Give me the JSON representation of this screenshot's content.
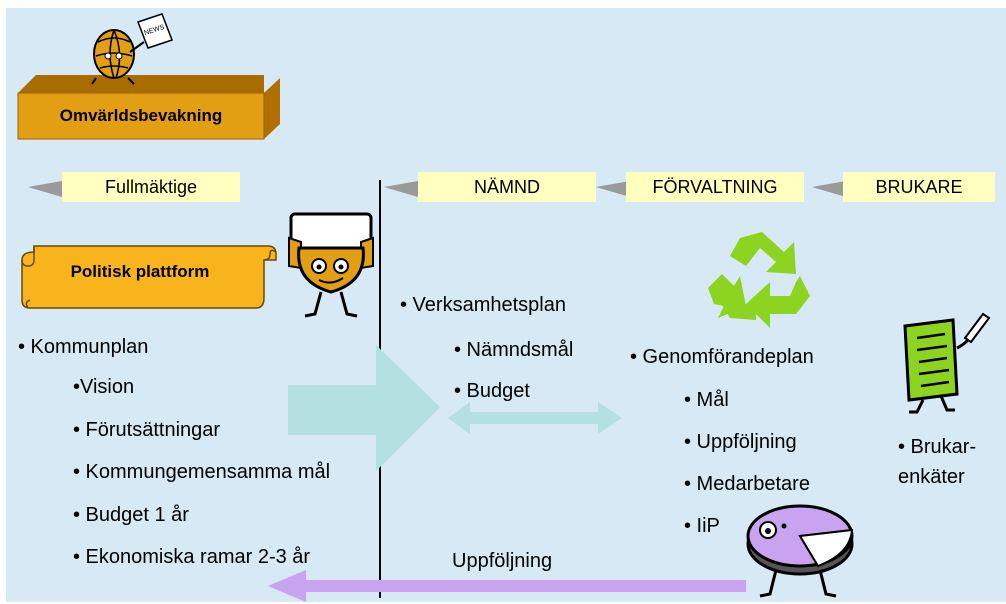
{
  "top_box": {
    "label": "Omvärldsbevakning"
  },
  "headers": {
    "fullmaktige": "Fullmäktige",
    "namnd": "NÄMND",
    "forvaltning": "FÖRVALTNING",
    "brukare": "BRUKARE"
  },
  "scroll": {
    "label": "Politisk plattform"
  },
  "left_list": {
    "title": "• Kommunplan",
    "items": [
      "•Vision",
      "• Förutsättningar",
      "• Kommungemensamma mål",
      "• Budget 1 år",
      "• Ekonomiska ramar 2-3 år"
    ]
  },
  "middle_list": {
    "title": "• Verksamhetsplan",
    "items": [
      "• Nämndsmål",
      "• Budget"
    ]
  },
  "right_list": {
    "title": "• Genomförandeplan",
    "items": [
      "• Mål",
      "• Uppföljning",
      "• Medarbetare",
      "• IiP"
    ]
  },
  "brukar": {
    "line1": "• Brukar-",
    "line2": "enkäter"
  },
  "bottom_arrow": {
    "label": "Uppföljning"
  },
  "icons": [
    "globe-news-icon",
    "sign-holder-icon",
    "recycle-icon",
    "clipboard-pen-icon",
    "pie-creature-icon"
  ],
  "colors": {
    "background": "#d6e9f5",
    "header_fill": "#ffffc0",
    "gold": "#e29f14",
    "scroll_fill": "#f7b41c",
    "teal_arrow": "#b3e0e0",
    "violet_arrow": "#c9a2f0",
    "recycle_green": "#8cd41f"
  }
}
